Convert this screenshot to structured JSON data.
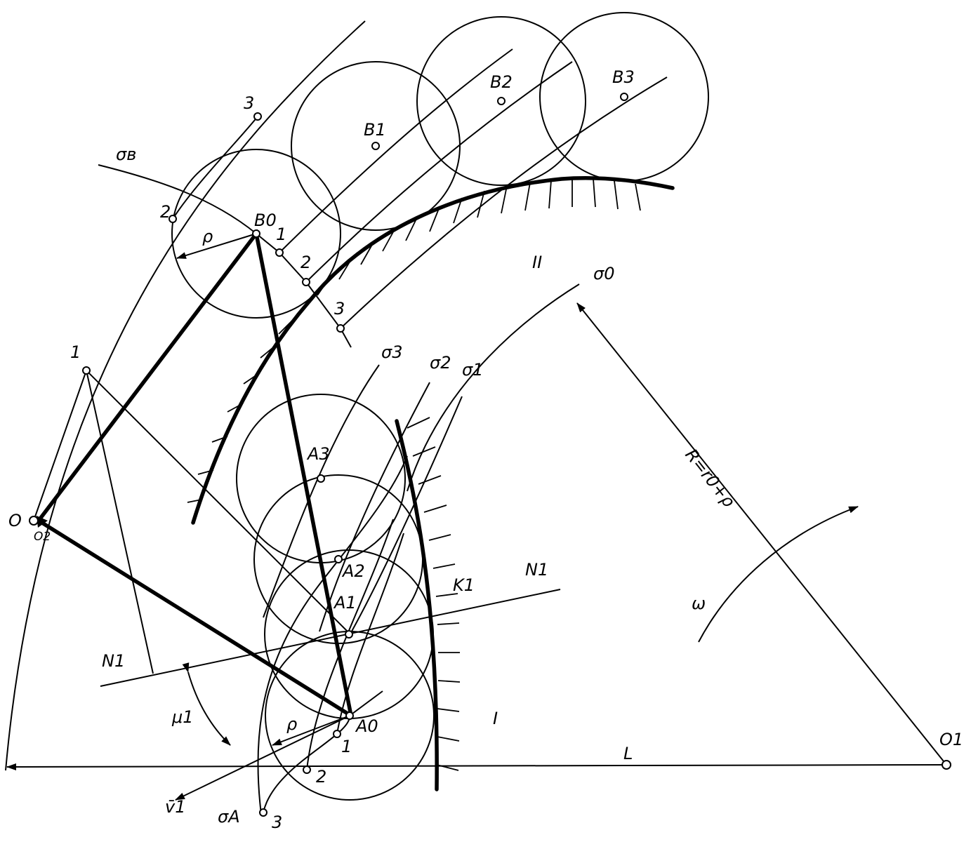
{
  "labels": {
    "sigma_b": "σв",
    "sigma_0": "σ0",
    "sigma_1": "σ1",
    "sigma_2": "σ2",
    "sigma_3": "σ3",
    "sigma_a": "σA",
    "B0": "B0",
    "B1": "B1",
    "B2": "B2",
    "B3": "B3",
    "A0": "A0",
    "A1": "A1",
    "A2": "A2",
    "A3": "A3",
    "O": "O",
    "O2": "O2",
    "O1": "O1",
    "K1": "K1",
    "N1_right": "N1",
    "N1_left": "N1",
    "mu1": "μ1",
    "v1": "v̄1",
    "omega": "ω",
    "L": "L",
    "I": "I",
    "II": "II",
    "rho_top": "ρ",
    "rho_bottom": "ρ",
    "radius_formula": "R=r0+ρ",
    "arc_top_1": "1",
    "arc_top_2": "2",
    "arc_top_3": "3",
    "b_chain_1": "1",
    "b_chain_2": "2",
    "b_chain_3": "3",
    "a_chain_1": "1",
    "a_chain_2": "2",
    "a_chain_3": "3"
  }
}
